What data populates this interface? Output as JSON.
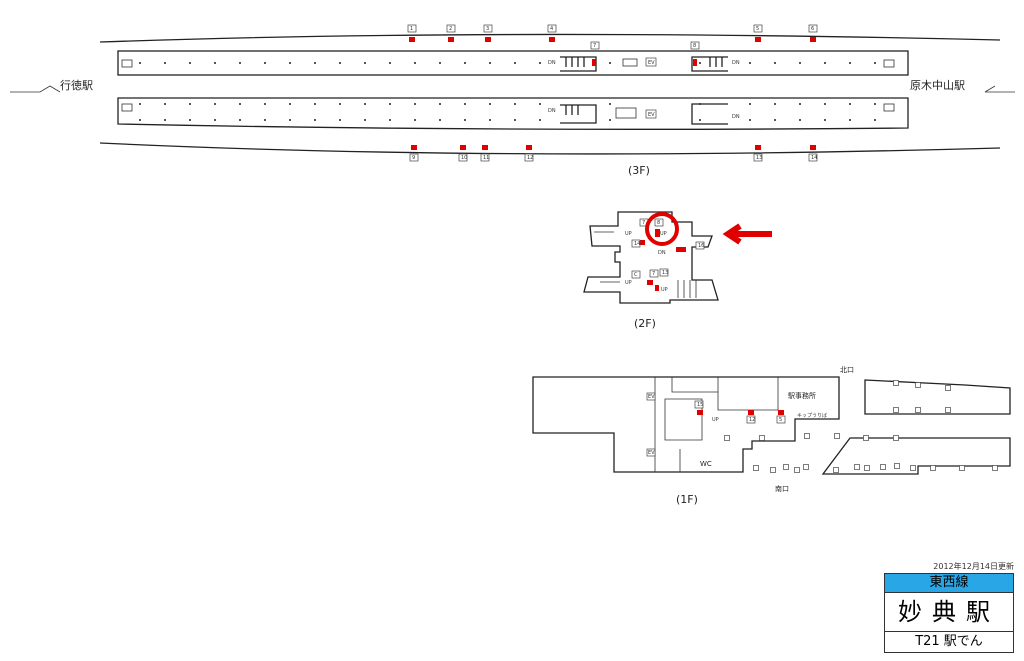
{
  "stations": {
    "left": "行徳駅",
    "right": "原木中山駅"
  },
  "floors": {
    "f3": "(3F)",
    "f2": "(2F)",
    "f1": "(1F)"
  },
  "platform": {
    "top_cars": [
      "1",
      "2",
      "3",
      "4",
      "5",
      "6"
    ],
    "mid_cars": [
      "7",
      "8"
    ],
    "bottom_cars": [
      "9",
      "10",
      "11",
      "12",
      "13",
      "14"
    ],
    "dn": "DN",
    "ev": "EV"
  },
  "f2": {
    "up": "UP",
    "dn": "DN",
    "marks": [
      "7",
      "8",
      "14",
      "16",
      "C",
      "7",
      "13"
    ]
  },
  "f1": {
    "office": "駅事務所",
    "ticket": "キップうりば",
    "wc": "WC",
    "north": "北口",
    "south": "南口",
    "up": "UP",
    "ev": "EV",
    "marks": [
      "15",
      "12",
      "5"
    ]
  },
  "sign": {
    "updated": "2012年12月14日更新",
    "line": "東西線",
    "station": "妙典駅",
    "code": "T21 駅でん"
  },
  "colors": {
    "accent": "#e00000",
    "line": "#29a6e6"
  }
}
